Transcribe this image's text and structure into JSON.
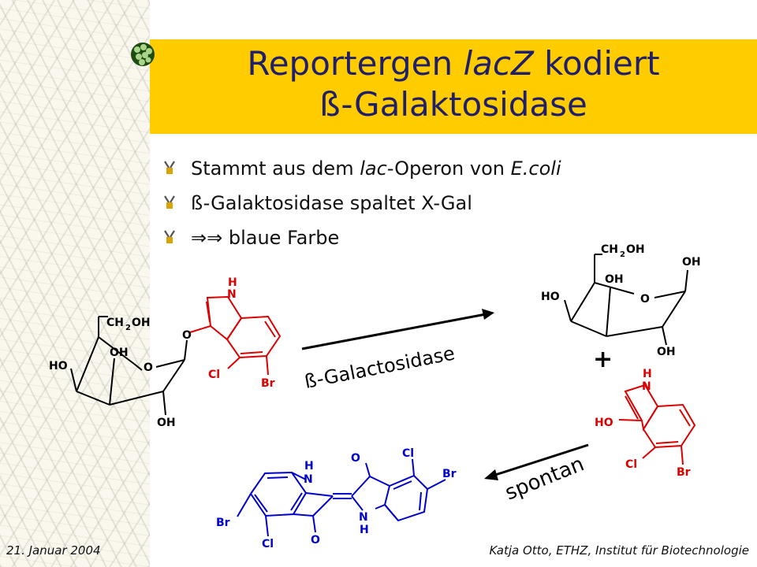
{
  "slide": {
    "title_lines": {
      "line1_pre": "Reportergen ",
      "line1_italic": "lacZ",
      "line1_post": " kodiert",
      "line2": "ß-Galaktosidase"
    },
    "bullets": [
      {
        "pre": "Stammt aus dem ",
        "i1": "lac",
        "mid": "-Operon von ",
        "i2": "E.coli"
      },
      {
        "text": "ß-Galaktosidase spaltet X-Gal"
      },
      {
        "arrows": "⇒⇒",
        "text": " blaue Farbe"
      }
    ],
    "footer": {
      "date": "21. Januar 2004",
      "author": "Katja Otto, ETHZ, Institut für Biotechnologie"
    }
  },
  "diagram": {
    "enzyme_label": "ß-Galactosidase",
    "spontan_label": "spontan",
    "plus": "+",
    "atoms": {
      "CH2OH_ch": "CH",
      "CH2OH_sub": "2",
      "CH2OH_oh": "OH",
      "HO": "HO",
      "OH": "OH",
      "O": "O",
      "H": "H",
      "N": "N",
      "Cl": "Cl",
      "Br": "Br"
    },
    "colors": {
      "galactose": "#000000",
      "indolyl": "#dd0000",
      "indigo": "#0000cc",
      "title_bar": "#ffcc00",
      "title_text": "#1f1f6b"
    }
  }
}
